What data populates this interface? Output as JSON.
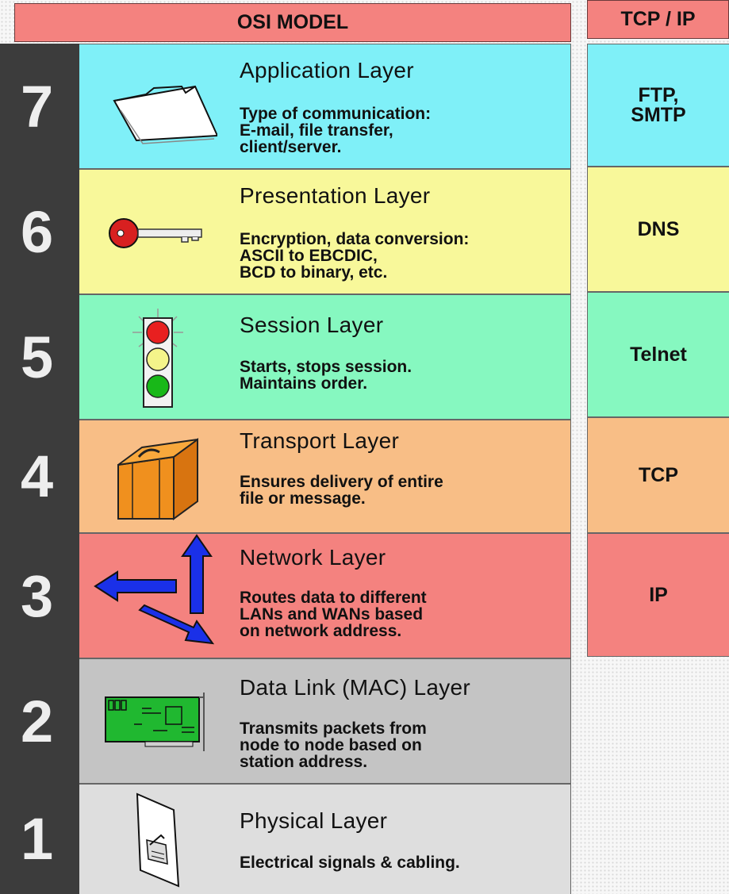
{
  "osi_header": "OSI MODEL",
  "tcpip_header": "TCP / IP",
  "layers": [
    {
      "number": "7",
      "title": "Application Layer",
      "description": "Type of communication:\nE-mail, file transfer,\nclient/server.",
      "icon": "folder-icon",
      "color": "#7ff0f8"
    },
    {
      "number": "6",
      "title": "Presentation Layer",
      "description": "Encryption, data conversion:\nASCII to EBCDIC,\nBCD to binary, etc.",
      "icon": "key-icon",
      "color": "#f8f89a"
    },
    {
      "number": "5",
      "title": "Session Layer",
      "description": "Starts, stops session.\nMaintains order.",
      "icon": "traffic-light-icon",
      "color": "#86f8c0"
    },
    {
      "number": "4",
      "title": "Transport Layer",
      "description": "Ensures delivery of entire\nfile or message.",
      "icon": "suitcase-icon",
      "color": "#f8be86"
    },
    {
      "number": "3",
      "title": "Network Layer",
      "description": "Routes data to different\nLANs and WANs based\non network address.",
      "icon": "routing-arrows-icon",
      "color": "#f4827f"
    },
    {
      "number": "2",
      "title": "Data Link (MAC) Layer",
      "description": "Transmits packets from\nnode to node based on\nstation address.",
      "icon": "network-card-icon",
      "color": "#c4c4c4"
    },
    {
      "number": "1",
      "title": "Physical Layer",
      "description": "Electrical signals & cabling.",
      "icon": "wall-jack-icon",
      "color": "#dedede"
    }
  ],
  "tcpip": [
    {
      "label": "FTP,\nSMTP",
      "color": "#7ff0f8"
    },
    {
      "label": "DNS",
      "color": "#f8f89a"
    },
    {
      "label": "Telnet",
      "color": "#86f8c0"
    },
    {
      "label": "TCP",
      "color": "#f8be86"
    },
    {
      "label": "IP",
      "color": "#f4827f"
    }
  ]
}
